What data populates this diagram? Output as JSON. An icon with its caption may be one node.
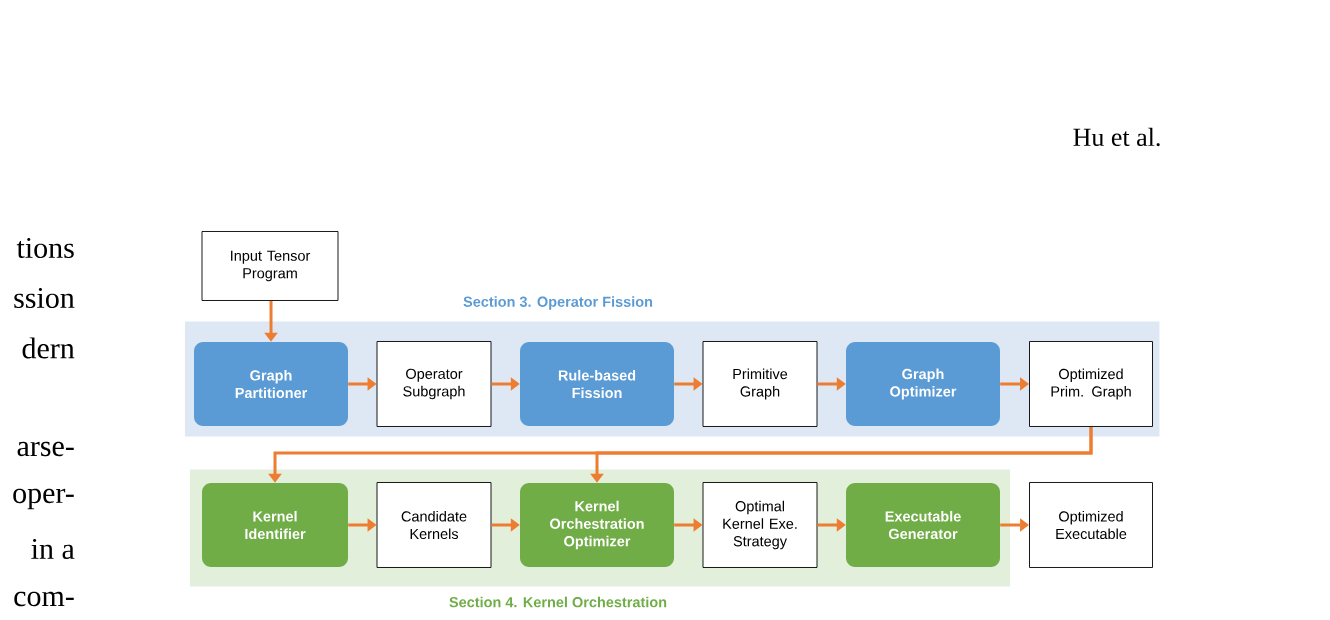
{
  "diagram": {
    "nodes": [
      {
        "text": [
          "Input Tensor Program"
        ]
      },
      {
        "text": [
          "Section 3. Operator Fission"
        ]
      },
      {
        "text": [
          "Graph Partitioner"
        ],
        "in": 1
      },
      {
        "text": [
          "Operator Subgraph"
        ],
        "in": 1
      },
      {
        "text": [
          "Rule-based Fission"
        ],
        "in": 1
      },
      {
        "text": [
          "Primitive Graph"
        ],
        "in": 1
      },
      {
        "text": [
          "Graph Optimizer"
        ],
        "in": 1
      },
      {
        "text": [
          "Optimized Prim. Graph"
        ],
        "in": 1
      },
      {
        "text": [
          "Section 4. Kernel Orchestration"
        ]
      },
      {
        "text": [
          "Kernel Identifier"
        ],
        "in": 8
      },
      {
        "text": [
          "Candidate Kernels"
        ],
        "in": 8
      },
      {
        "text": [
          "Kernel Orchestration Optimizer"
        ],
        "in": 8
      },
      {
        "text": [
          "Optimal Kernel Exe. Strategy"
        ],
        "in": 8
      },
      {
        "text": [
          "Executable Generator"
        ],
        "in": 8
      },
      {
        "text": [
          "Optimized Executable"
        ]
      }
    ],
    "edges": [
      {
        "from": 0,
        "to": 2,
        "arrow": "to"
      },
      {
        "from": 2,
        "to": 3,
        "arrow": "to"
      },
      {
        "from": 3,
        "to": 4,
        "arrow": "to"
      },
      {
        "from": 4,
        "to": 5,
        "arrow": "to"
      },
      {
        "from": 5,
        "to": 6,
        "arrow": "to"
      },
      {
        "from": 6,
        "to": 7,
        "arrow": "to"
      },
      {
        "from": 7,
        "to": 9,
        "arrow": "to"
      },
      {
        "from": 7,
        "to": 11,
        "arrow": "to"
      },
      {
        "from": 9,
        "to": 10,
        "arrow": "to"
      },
      {
        "from": 10,
        "to": 11,
        "arrow": "to"
      },
      {
        "from": 11,
        "to": 12,
        "arrow": "to"
      },
      {
        "from": 12,
        "to": 13,
        "arrow": "to"
      },
      {
        "from": 13,
        "to": 14,
        "arrow": "to"
      }
    ],
    "labels": [
      "Hu et al.",
      "tions",
      "ssion",
      "dern",
      "arse-",
      "oper-",
      "in a",
      "com-"
    ]
  }
}
